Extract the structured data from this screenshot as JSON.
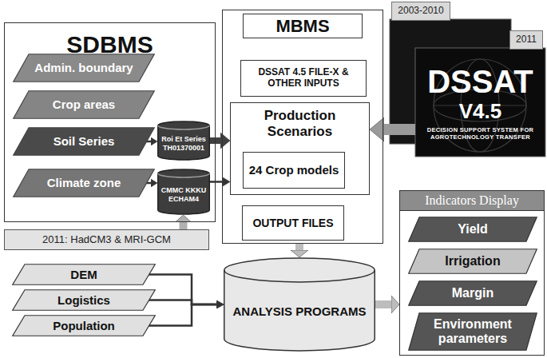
{
  "diagram": {
    "nodes": [
      {
        "text": [
          "SDBMS"
        ]
      },
      {
        "text": [
          "Admin. boundary"
        ],
        "in": 0
      },
      {
        "text": [
          "Crop areas"
        ],
        "in": 0
      },
      {
        "text": [
          "Soil Series"
        ],
        "in": 0
      },
      {
        "text": [
          "Climate zone"
        ],
        "in": 0
      },
      {
        "text": [
          "Roi Et Series TH01370001"
        ],
        "in": 0
      },
      {
        "text": [
          "CMMC KKKU ECHAM4"
        ],
        "in": 0
      },
      {
        "text": [
          "2011: HadCM3 & MRI-GCM"
        ]
      },
      {
        "text": [
          "MBMS"
        ]
      },
      {
        "text": [
          "DSSAT 4.5 FILE-X & OTHER INPUTS"
        ],
        "in": 8
      },
      {
        "text": [
          "Production Scenarios"
        ],
        "in": 8
      },
      {
        "text": [
          "24 Crop models"
        ],
        "in": 10
      },
      {
        "text": [
          "OUTPUT FILES"
        ],
        "in": 8
      },
      {
        "text": [
          "2003-2010"
        ]
      },
      {
        "text": [
          "2011"
        ]
      },
      {
        "text": [
          "DSSAT",
          "V4.5",
          "DECISION SUPPORT SYSTEM FOR AGROTECHNOLOGY TRANSFER"
        ]
      },
      {
        "text": [
          "DEM"
        ]
      },
      {
        "text": [
          "Logistics"
        ]
      },
      {
        "text": [
          "Population"
        ]
      },
      {
        "text": [
          "ANALYSIS PROGRAMS"
        ]
      },
      {
        "text": [
          "Indicators Display"
        ]
      },
      {
        "text": [
          "Yield"
        ],
        "in": 20
      },
      {
        "text": [
          "Irrigation"
        ],
        "in": 20
      },
      {
        "text": [
          "Margin"
        ],
        "in": 20
      },
      {
        "text": [
          "Environment parameters"
        ],
        "in": 20
      }
    ],
    "edges": [
      {
        "from": 3,
        "to": 5,
        "arrow": "to"
      },
      {
        "from": 4,
        "to": 6,
        "arrow": "to"
      },
      {
        "from": 5,
        "to": 10,
        "arrow": "to"
      },
      {
        "from": 6,
        "to": 10,
        "arrow": "to"
      },
      {
        "from": 7,
        "to": 6,
        "arrow": "to"
      },
      {
        "from": 15,
        "to": 10,
        "arrow": "to"
      },
      {
        "from": 8,
        "to": 19,
        "arrow": "to"
      },
      {
        "from": 16,
        "to": 19,
        "arrow": "to"
      },
      {
        "from": 17,
        "to": 19,
        "arrow": "to"
      },
      {
        "from": 18,
        "to": 19,
        "arrow": "to"
      },
      {
        "from": 19,
        "to": 20,
        "arrow": "to"
      }
    ]
  }
}
